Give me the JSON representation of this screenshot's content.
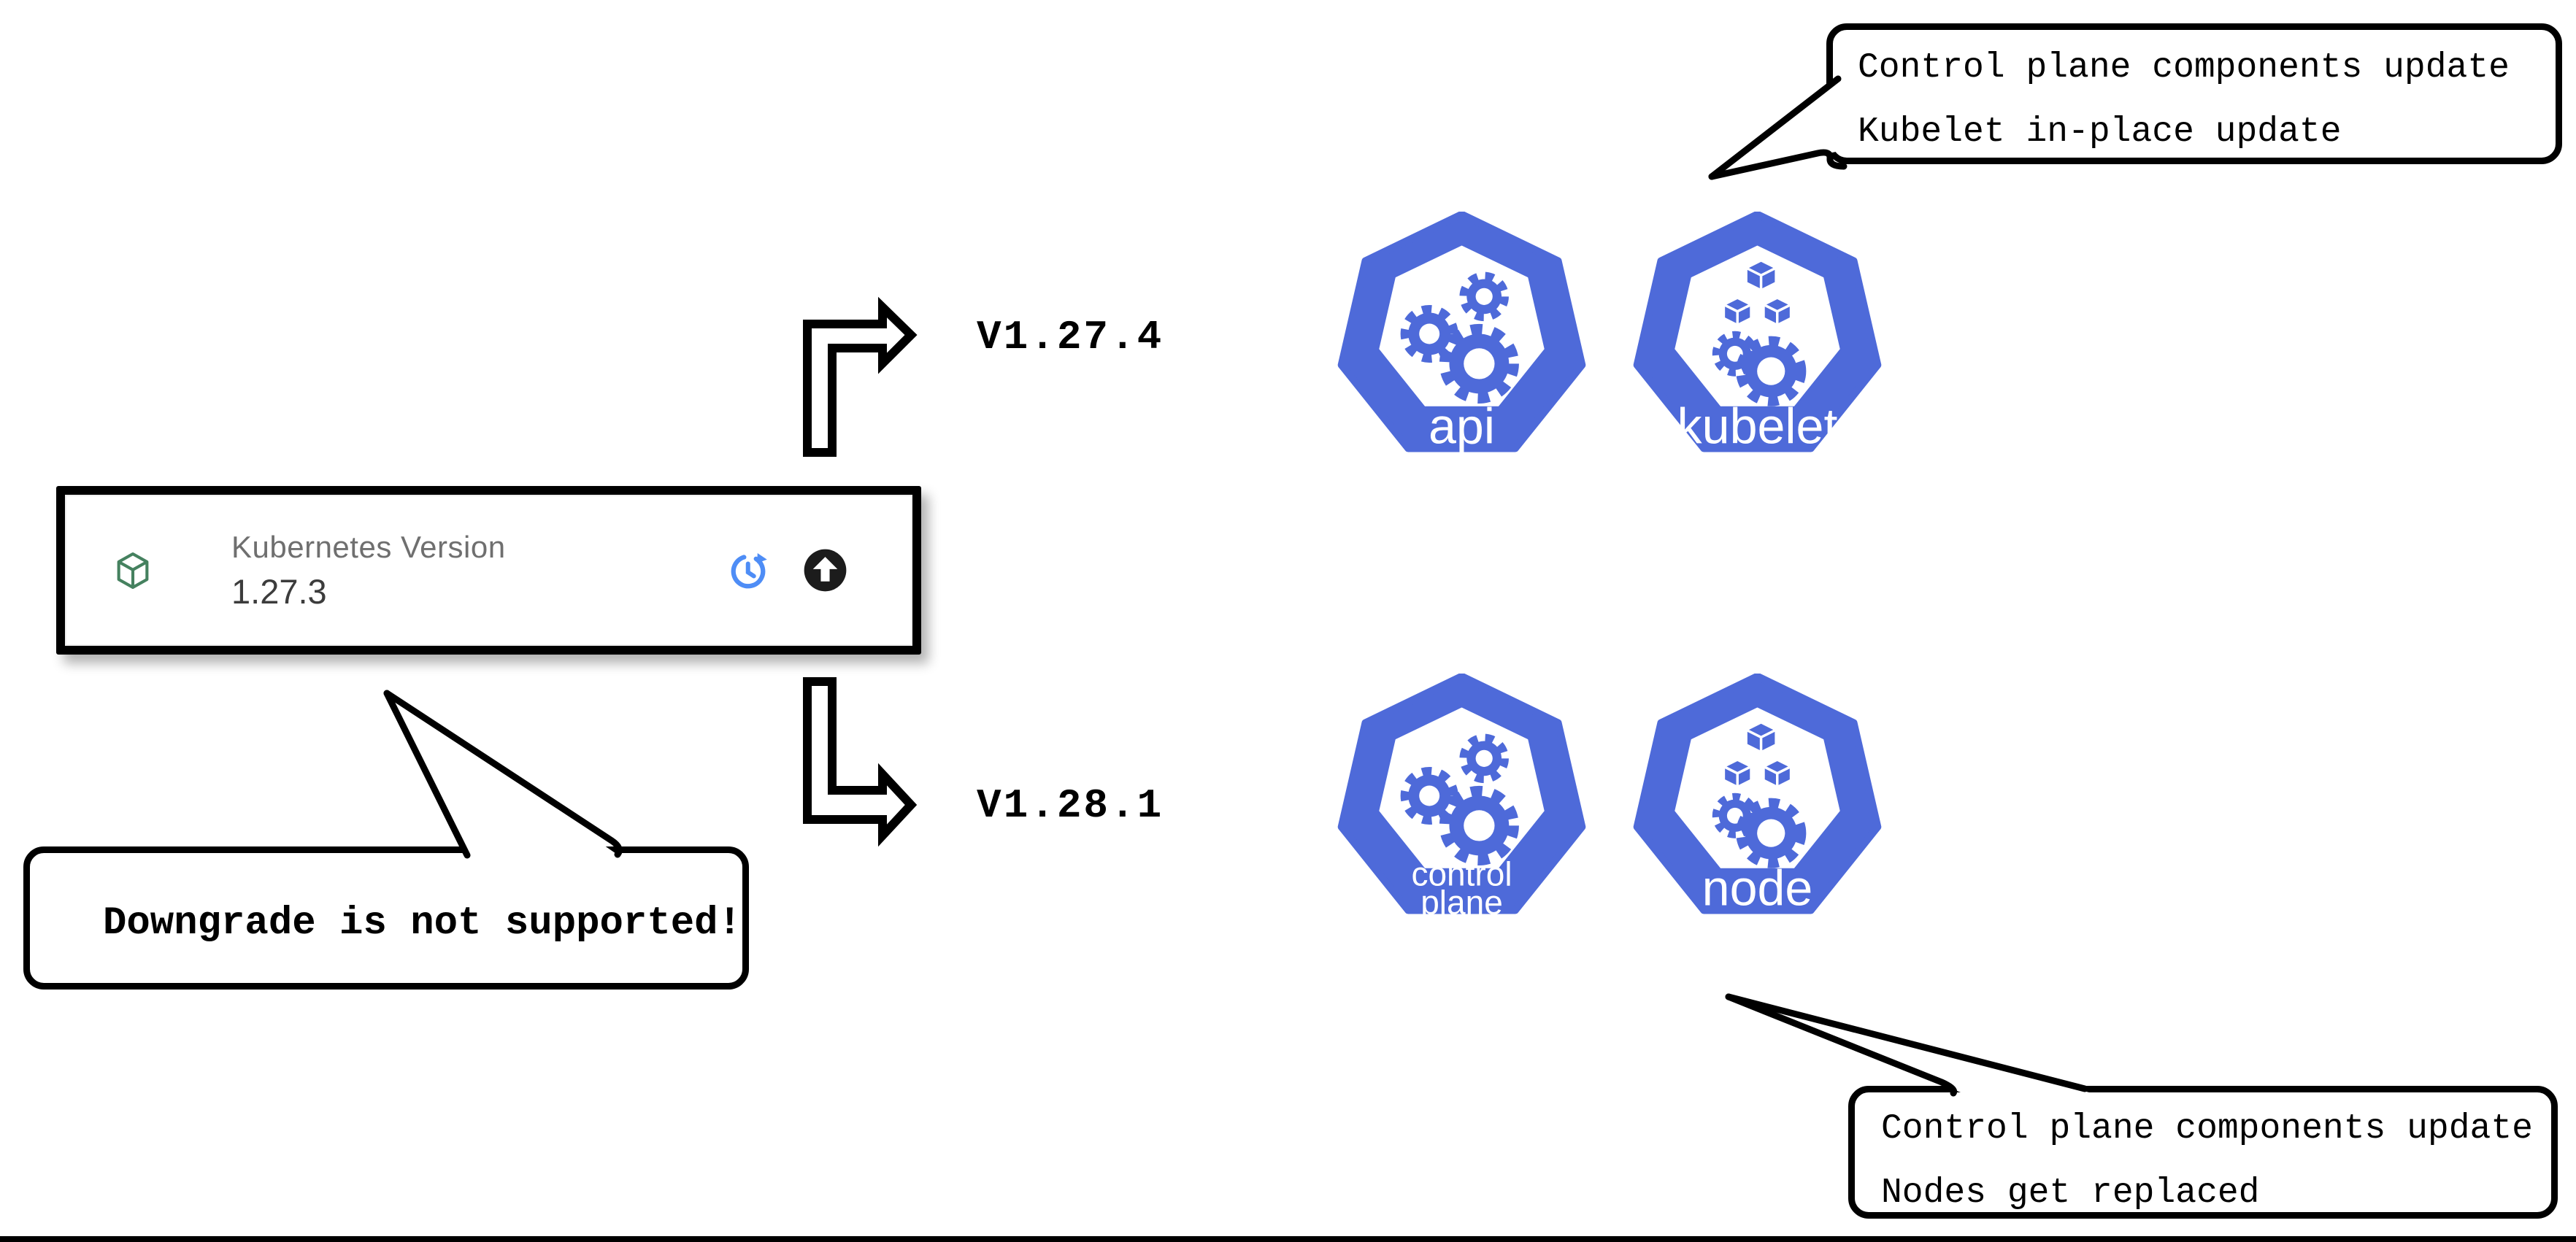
{
  "colors": {
    "k8s-blue": "#4e6ad9",
    "pkg-green": "#45815f",
    "update-blue": "#4e8df6",
    "upgrade-black": "#1c1c1c",
    "ink": "#000000"
  },
  "version_card": {
    "label": "Kubernetes Version",
    "value": "1.27.3",
    "icons": {
      "package_icon": "green-cube-package",
      "update_icon": "clock-refresh-update",
      "upgrade_icon": "circle-up-arrow"
    }
  },
  "upgrade_paths": {
    "patch": {
      "version": "V1.27.4"
    },
    "minor": {
      "version": "V1.28.1"
    }
  },
  "callouts": {
    "top_right": {
      "line1": "Control plane components update",
      "line2": "Kubelet in-place update"
    },
    "bottom_right": {
      "line1": "Control plane components update",
      "line2": "Nodes get replaced"
    },
    "downgrade": {
      "text": "Downgrade is not supported!"
    }
  },
  "icons": {
    "api": {
      "label": "api"
    },
    "kubelet": {
      "label": "kubelet"
    },
    "control_plane": {
      "line1": "control",
      "line2": "plane"
    },
    "node": {
      "label": "node"
    }
  }
}
